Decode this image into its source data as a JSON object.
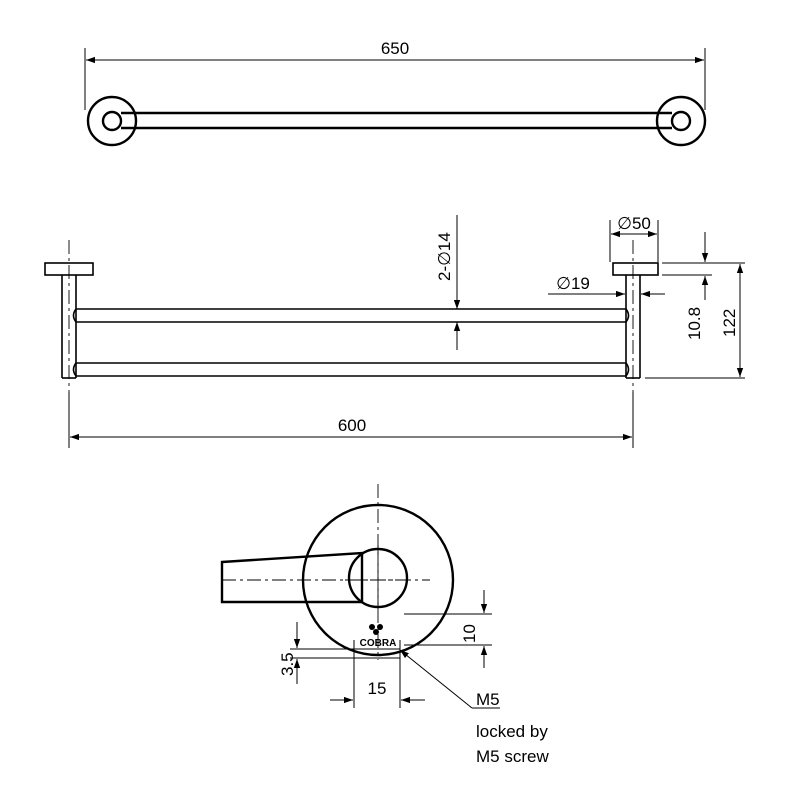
{
  "dimensions": {
    "overall_length": "650",
    "bar_length": "600",
    "rail_diameter": "2-∅14",
    "flange_diameter": "∅50",
    "post_diameter": "∅19",
    "flange_thickness": "10.8",
    "projection": "122",
    "screw_offset_v": "10",
    "screw_offset_small": "3.5",
    "screw_spacing": "15"
  },
  "notes": {
    "screw_size": "M5",
    "lock_line1": "locked by",
    "lock_line2": "M5 screw"
  },
  "logo": {
    "text": "COBRA"
  }
}
